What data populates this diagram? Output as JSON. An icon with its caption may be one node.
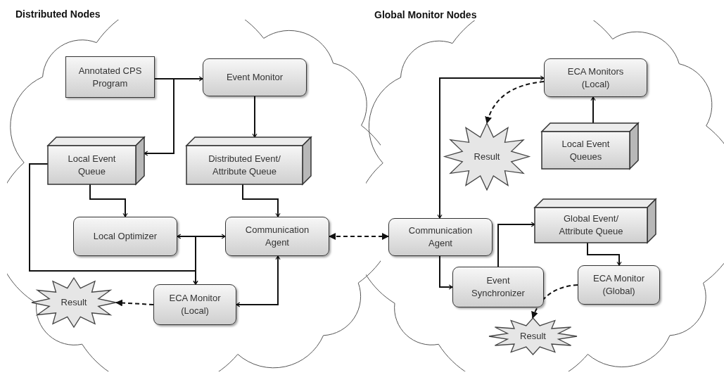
{
  "diagram": {
    "nodes": [
      {
        "text": [
          "Distributed Nodes"
        ]
      },
      {
        "text": [
          "Annotated CPS Program"
        ],
        "in": 0
      },
      {
        "text": [
          "Event Monitor"
        ],
        "in": 0
      },
      {
        "text": [
          "Local Event Queue"
        ],
        "in": 0
      },
      {
        "text": [
          "Distributed Event/ Attribute Queue"
        ],
        "in": 0
      },
      {
        "text": [
          "Local Optimizer"
        ],
        "in": 0
      },
      {
        "text": [
          "Communication Agent"
        ],
        "in": 0
      },
      {
        "text": [
          "Result"
        ],
        "in": 0
      },
      {
        "text": [
          "ECA Monitor (Local)"
        ],
        "in": 0
      },
      {
        "text": [
          "Global Monitor Nodes"
        ]
      },
      {
        "text": [
          "ECA Monitors (Local)"
        ],
        "in": 9
      },
      {
        "text": [
          "Result"
        ],
        "in": 9
      },
      {
        "text": [
          "Local Event Queues"
        ],
        "in": 9
      },
      {
        "text": [
          "Communication Agent"
        ],
        "in": 9
      },
      {
        "text": [
          "Global Event/ Attribute Queue"
        ],
        "in": 9
      },
      {
        "text": [
          "Event Synchronizer"
        ],
        "in": 9
      },
      {
        "text": [
          "ECA Monitor (Global)"
        ],
        "in": 9
      },
      {
        "text": [
          "Result"
        ],
        "in": 9
      }
    ],
    "edges": [
      {
        "from": 1,
        "to": 2,
        "arrow": "to"
      },
      {
        "from": 1,
        "to": 3,
        "arrow": "to"
      },
      {
        "from": 2,
        "to": 4,
        "arrow": "to"
      },
      {
        "from": 3,
        "to": 5,
        "arrow": "to"
      },
      {
        "from": 4,
        "to": 6,
        "arrow": "to"
      },
      {
        "from": 5,
        "to": 6,
        "arrow": "both"
      },
      {
        "from": 3,
        "to": 8,
        "arrow": "to"
      },
      {
        "from": 5,
        "to": 8,
        "arrow": "to"
      },
      {
        "from": 8,
        "to": 7,
        "arrow": "to",
        "style": "dashed"
      },
      {
        "from": 8,
        "to": 6,
        "arrow": "both"
      },
      {
        "from": 6,
        "to": 13,
        "arrow": "both",
        "style": "dashed"
      },
      {
        "from": 13,
        "to": 10,
        "arrow": "both"
      },
      {
        "from": 10,
        "to": 11,
        "arrow": "to",
        "style": "dashed"
      },
      {
        "from": 12,
        "to": 10,
        "arrow": "to"
      },
      {
        "from": 13,
        "to": 15,
        "arrow": "to"
      },
      {
        "from": 15,
        "to": 14,
        "arrow": "to"
      },
      {
        "from": 14,
        "to": 16,
        "arrow": "to"
      },
      {
        "from": 16,
        "to": 17,
        "arrow": "to",
        "style": "dashed"
      }
    ]
  }
}
